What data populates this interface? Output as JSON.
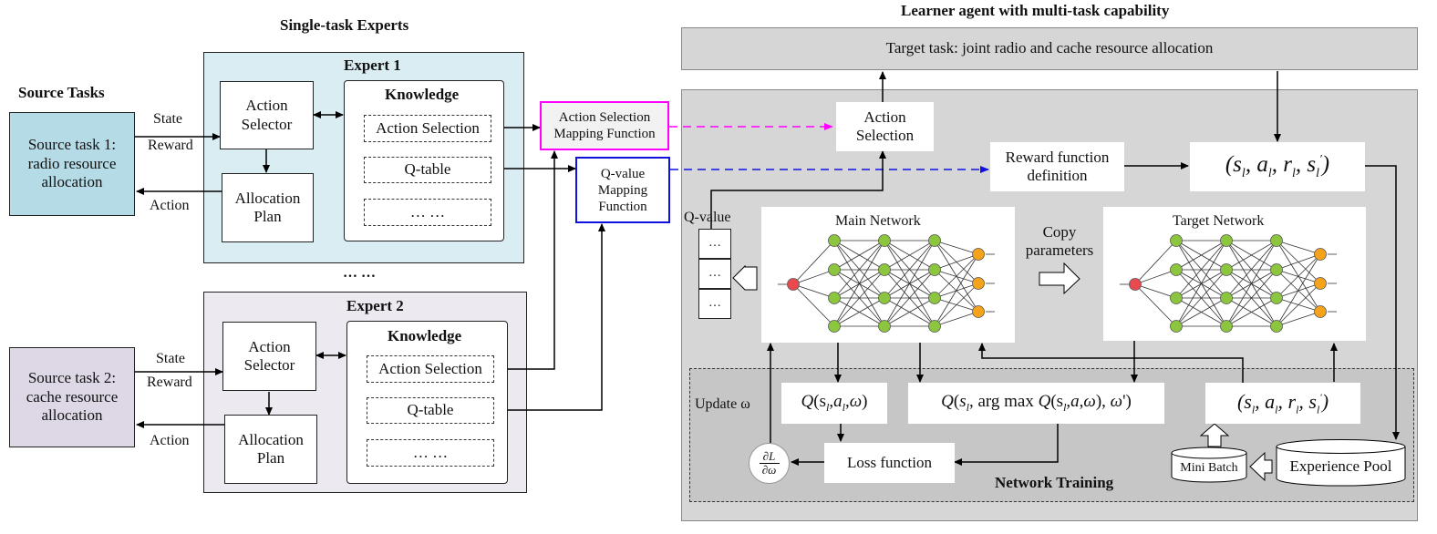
{
  "headers": {
    "single_task_experts": "Single-task Experts",
    "source_tasks": "Source Tasks",
    "learner_agent": "Learner agent with multi-task capability"
  },
  "source_tasks": [
    {
      "label": "Source task 1: radio resource allocation",
      "color": "#b5dce6"
    },
    {
      "label": "Source task 2: cache resource allocation",
      "color": "#ddd7e6"
    }
  ],
  "signals": {
    "state": "State",
    "reward": "Reward",
    "action": "Action"
  },
  "experts": [
    {
      "title": "Expert 1",
      "color": "#daedf2",
      "action_selector": "Action Selector",
      "allocation_plan": "Allocation Plan",
      "knowledge": {
        "title": "Knowledge",
        "items": [
          "Action Selection",
          "Q-table",
          "… …"
        ]
      }
    },
    {
      "title": "Expert 2",
      "color": "#ece9f1",
      "action_selector": "Action Selector",
      "allocation_plan": "Allocation Plan",
      "knowledge": {
        "title": "Knowledge",
        "items": [
          "Action Selection",
          "Q-table",
          "… …"
        ]
      }
    }
  ],
  "ellipsis": "… …",
  "mapping": {
    "action_selection": "Action Selection Mapping Function",
    "q_value": "Q-value Mapping Function",
    "action_color": "#ff00ff",
    "qvalue_color": "#1010e0"
  },
  "learner": {
    "target_task": "Target task: joint radio and cache resource allocation",
    "action_selection": "Action Selection",
    "reward_function": "Reward function definition",
    "q_value_label": "Q-value",
    "q_value_cells": [
      "…",
      "…",
      "…"
    ],
    "main_network": "Main Network",
    "target_network": "Target Network",
    "copy_parameters": "Copy parameters",
    "update": "Update ω",
    "loss_function": "Loss function",
    "mini_batch": "Mini Batch",
    "experience_pool": "Experience Pool",
    "network_training": "Network Training",
    "gradient_num": "∂L",
    "gradient_den": "∂ω"
  },
  "colors": {
    "panel": "#d6d6d6",
    "training_area": "#c6c6c6",
    "node_green": "#8cc63f",
    "node_orange": "#f7a21b",
    "node_red": "#e84a50"
  }
}
